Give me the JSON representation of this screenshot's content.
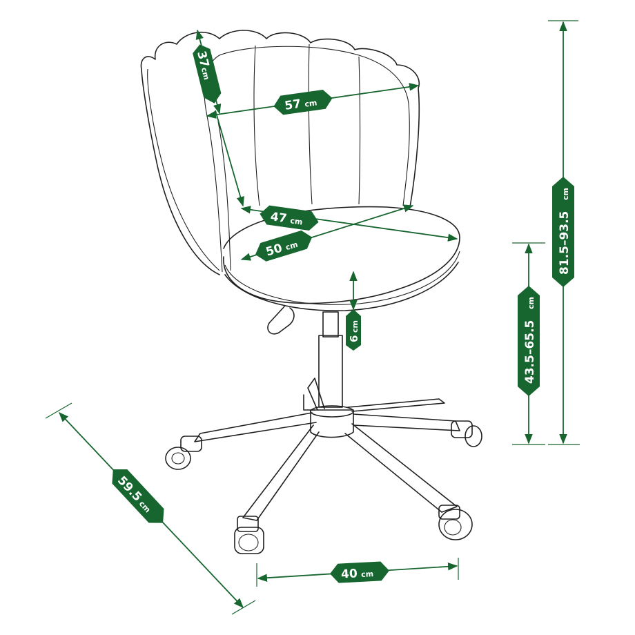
{
  "colors": {
    "dimension_green": "#17652f",
    "line_art": "#1f1f1f",
    "background": "#ffffff"
  },
  "dimensions": {
    "backrest_height": {
      "value": "37",
      "unit": "cm"
    },
    "backrest_width": {
      "value": "57",
      "unit": "cm"
    },
    "seat_depth": {
      "value": "47",
      "unit": "cm"
    },
    "seat_width": {
      "value": "50",
      "unit": "cm"
    },
    "seat_thickness": {
      "value": "6",
      "unit": "cm"
    },
    "total_height": {
      "value": "81.5–93.5",
      "unit": "cm"
    },
    "seat_height": {
      "value": "43.5–65.5",
      "unit": "cm"
    },
    "base_depth": {
      "value": "59.5",
      "unit": "cm"
    },
    "base_width": {
      "value": "40",
      "unit": "cm"
    }
  }
}
